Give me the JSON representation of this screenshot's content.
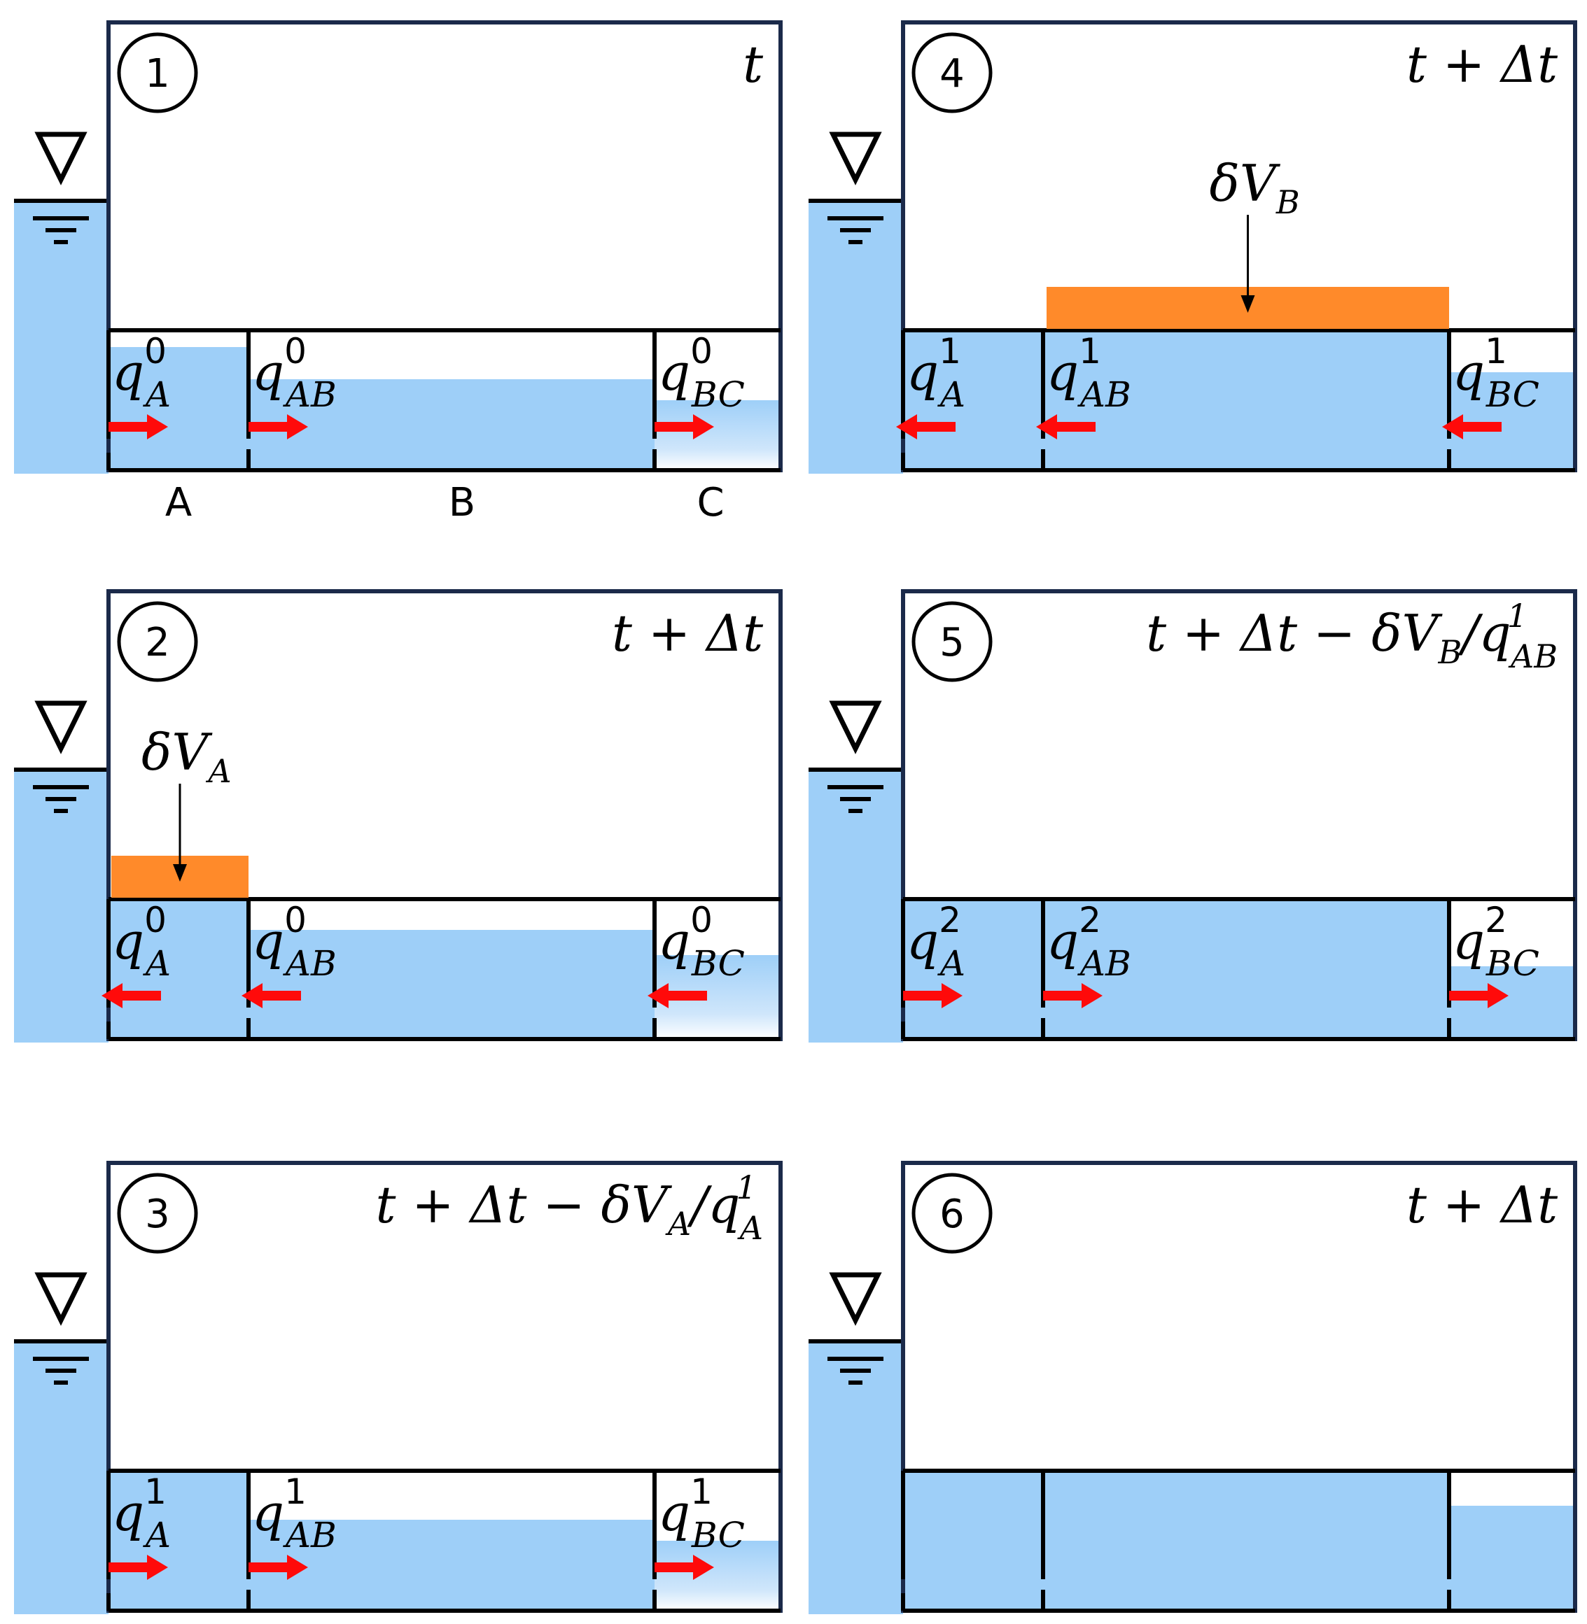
{
  "colors": {
    "water": "#9ecff8",
    "frame": "#1b2a4a",
    "wall": "#000000",
    "arrow": "#ff0a0a",
    "inflow": "#ff8a2a"
  },
  "panels": [
    {
      "id": "1",
      "number": "1",
      "time_label": "t",
      "cell_fill": {
        "A": 0.88,
        "B": 0.65,
        "C": 0.5
      },
      "flows": {
        "A": {
          "base": "q",
          "sub": "A",
          "sup": "0"
        },
        "AB": {
          "base": "q",
          "sub": "AB",
          "sup": "0"
        },
        "BC": {
          "base": "q",
          "sub": "BC",
          "sup": "0"
        }
      },
      "arrow_direction": "right",
      "inflow": null,
      "cell_names": [
        "A",
        "B",
        "C"
      ]
    },
    {
      "id": "2",
      "number": "2",
      "time_label": "t + Δt",
      "cell_fill": {
        "A": 1.0,
        "B": 0.78,
        "C": 0.6
      },
      "flows": {
        "A": {
          "base": "q",
          "sub": "A",
          "sup": "0"
        },
        "AB": {
          "base": "q",
          "sub": "AB",
          "sup": "0"
        },
        "BC": {
          "base": "q",
          "sub": "BC",
          "sup": "0"
        }
      },
      "arrow_direction": "left",
      "inflow": {
        "cell": "A",
        "base": "δV",
        "sub": "A"
      }
    },
    {
      "id": "3",
      "number": "3",
      "time_label": "t + Δt − δV",
      "time_label_parts": {
        "main": "t + Δt − δV",
        "sub1": "A",
        "slash": "/q",
        "sub2": "A",
        "sup2": "1"
      },
      "cell_fill": {
        "A": 1.0,
        "B": 0.65,
        "C": 0.5
      },
      "flows": {
        "A": {
          "base": "q",
          "sub": "A",
          "sup": "1"
        },
        "AB": {
          "base": "q",
          "sub": "AB",
          "sup": "1"
        },
        "BC": {
          "base": "q",
          "sub": "BC",
          "sup": "1"
        }
      },
      "arrow_direction": "right",
      "inflow": null
    },
    {
      "id": "4",
      "number": "4",
      "time_label": "t + Δt",
      "cell_fill": {
        "A": 1.0,
        "B": 1.0,
        "C": 0.7
      },
      "flows": {
        "A": {
          "base": "q",
          "sub": "A",
          "sup": "1"
        },
        "AB": {
          "base": "q",
          "sub": "AB",
          "sup": "1"
        },
        "BC": {
          "base": "q",
          "sub": "BC",
          "sup": "1"
        }
      },
      "arrow_direction": "left",
      "inflow": {
        "cell": "B",
        "base": "δV",
        "sub": "B"
      }
    },
    {
      "id": "5",
      "number": "5",
      "time_label": "t + Δt − δV",
      "time_label_parts": {
        "main": "t + Δt − δV",
        "sub1": "B",
        "slash": "/q",
        "sub2": "AB",
        "sup2": "1"
      },
      "cell_fill": {
        "A": 1.0,
        "B": 1.0,
        "C": 0.52
      },
      "flows": {
        "A": {
          "base": "q",
          "sub": "A",
          "sup": "2"
        },
        "AB": {
          "base": "q",
          "sub": "AB",
          "sup": "2"
        },
        "BC": {
          "base": "q",
          "sub": "BC",
          "sup": "2"
        }
      },
      "arrow_direction": "right",
      "inflow": null
    },
    {
      "id": "6",
      "number": "6",
      "time_label": "t + Δt",
      "cell_fill": {
        "A": 1.0,
        "B": 1.0,
        "C": 0.75
      },
      "flows": null,
      "arrow_direction": null,
      "inflow": null
    }
  ]
}
